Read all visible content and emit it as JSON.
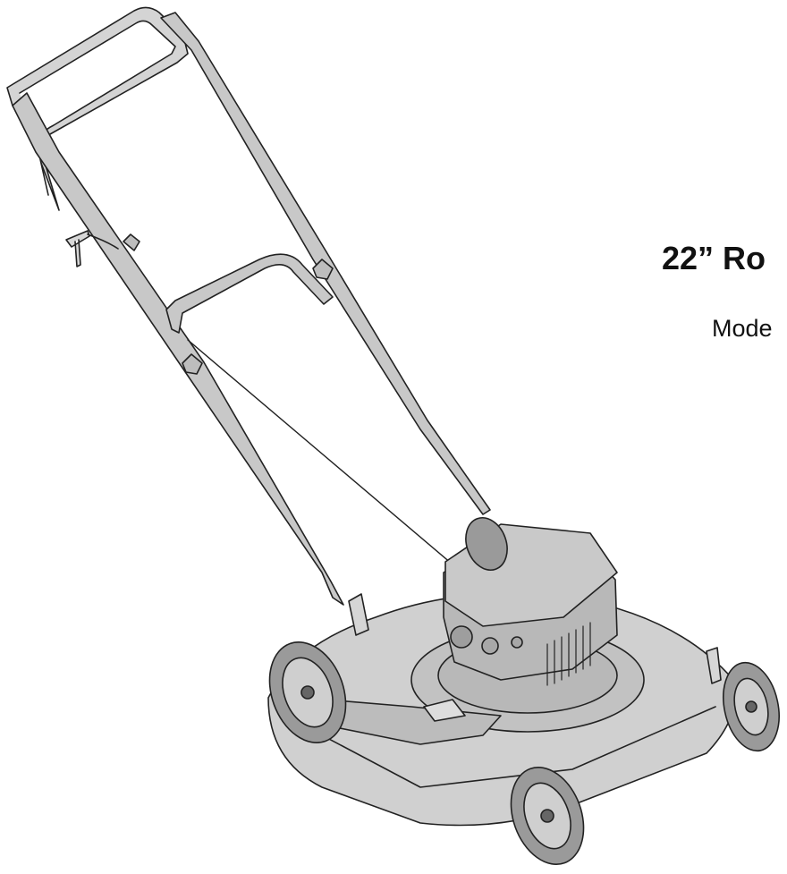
{
  "title": "22” Ro",
  "model": "Mode",
  "illustration": "lawn-mower-line-art"
}
